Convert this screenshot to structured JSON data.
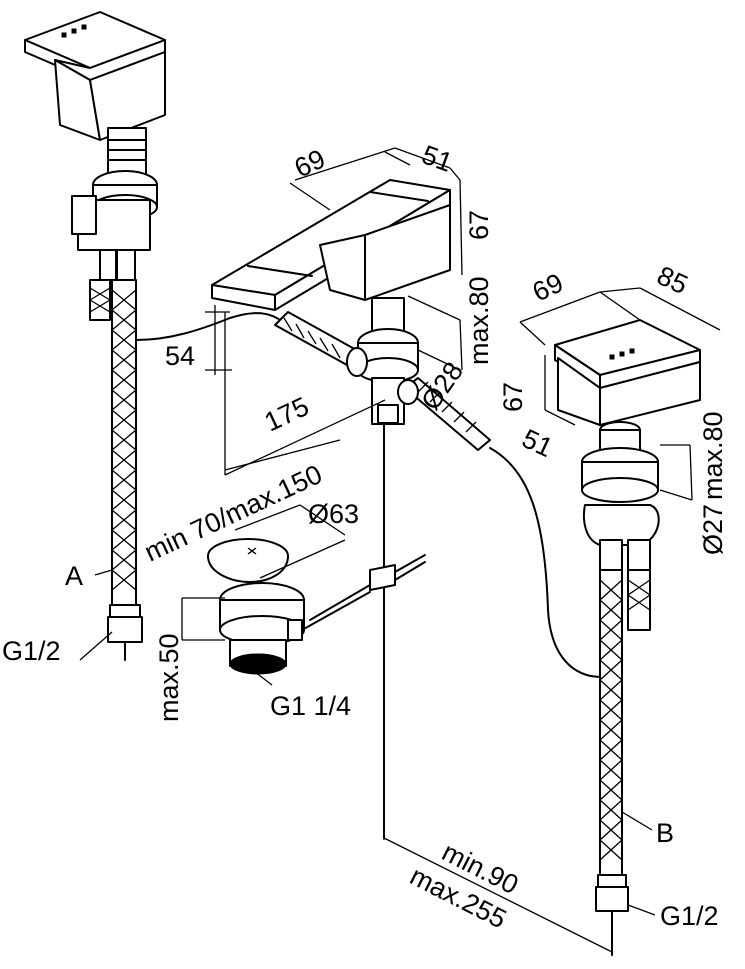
{
  "drawing": {
    "labels": {
      "hose_a": "A",
      "hose_b": "B",
      "thread_left": "G1/2",
      "thread_right": "G1/2",
      "thread_waste": "G1 1/4"
    },
    "dimensions": {
      "spout_width": "69",
      "spout_length": "51",
      "spout_height": "67",
      "spout_max_height": "max.80",
      "spout_side": "54",
      "spout_pipe": "Ø28",
      "spout_reach": "175",
      "spout_reach_range": "min 70/max.150",
      "waste_diameter": "Ø63",
      "waste_height": "max.50",
      "handle_width": "69",
      "handle_depth": "85",
      "handle_height": "67",
      "handle_base": "51",
      "handle_max_height": "max.80",
      "handle_pipe": "Ø27",
      "spacing_min": "min.90",
      "spacing_max": "max.255"
    }
  }
}
